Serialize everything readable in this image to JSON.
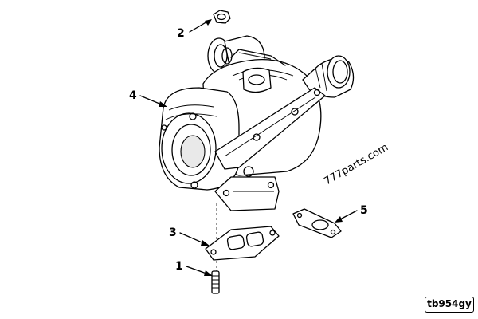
{
  "callouts": [
    {
      "id": "1",
      "label": "1"
    },
    {
      "id": "2",
      "label": "2"
    },
    {
      "id": "3",
      "label": "3"
    },
    {
      "id": "4",
      "label": "4"
    },
    {
      "id": "5",
      "label": "5"
    }
  ],
  "watermark": "777parts.com",
  "reference_code": "tb954gy"
}
